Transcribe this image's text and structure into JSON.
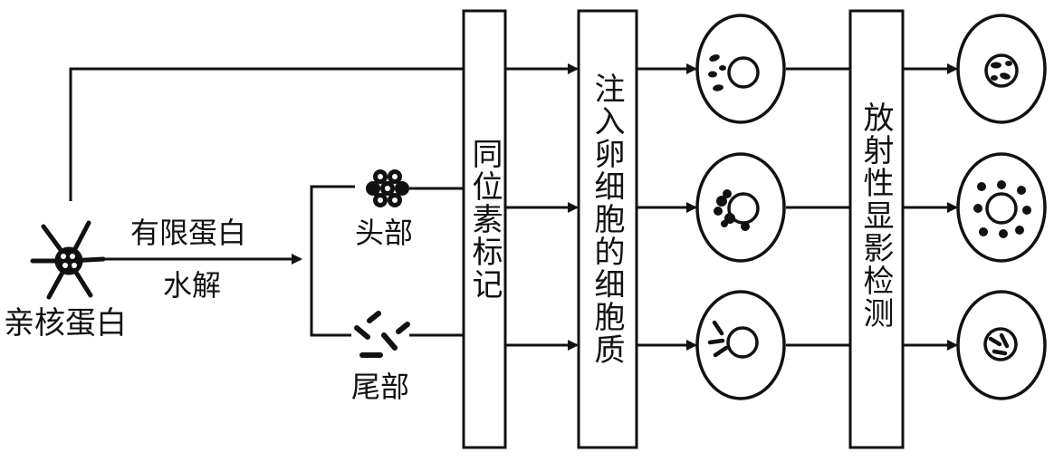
{
  "labels": {
    "source": "亲核蛋白",
    "process_top": "有限蛋白",
    "process_bottom": "水解",
    "head": "头部",
    "tail": "尾部"
  },
  "boxes": {
    "labeling": "同位素标记",
    "injection": "注入卵细胞的细胞质",
    "detection": "放射性显影检测"
  }
}
